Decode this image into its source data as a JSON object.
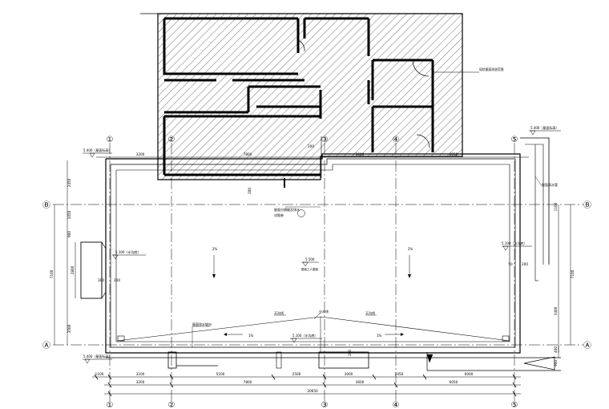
{
  "grid_labels": {
    "axis_1": "①",
    "axis_2": "②",
    "axis_3": "③",
    "axis_4": "④",
    "axis_5": "⑤",
    "axis_a": "Ⓐ",
    "axis_b": "Ⓑ"
  },
  "dimensions": {
    "top_3200": "3200",
    "top_7800": "7800",
    "top_3600": "3600",
    "top_6050": "6050",
    "bot_1100": "1100",
    "bot_3100": "3100",
    "bot_5100": "5100",
    "bot_2500": "2500",
    "bot_3000": "3000",
    "bot_2450": "2450",
    "bot_6000": "6000",
    "bot_3200": "3200",
    "bot_7800": "7800",
    "bot_3600": "3600",
    "bot_6050": "6050",
    "bot_total": "20650",
    "left_2450": "2450",
    "left_1050": "1050",
    "left_900": "900",
    "left_2800": "2800",
    "left_7100": "7100",
    "left_3500": "3500",
    "left_300": "300",
    "left_200": "200",
    "right_1100": "1100",
    "right_7100": "7100",
    "right_3400": "3400",
    "right_400": "400",
    "right_900": "900",
    "mid_200a": "200",
    "mid_200b": "200",
    "mid_200c": "200",
    "right_50": "50",
    "right_200": "200"
  },
  "elevations": {
    "top_left": "5.400（屋面标高）",
    "top_right": "5.400（屋面标高）",
    "mid_left": "5.100（水沟底）",
    "mid_right": "5.100（水沟底）",
    "center_main": "5.500",
    "bottom_center": "5.100（水沟底）",
    "bottom_left": "5.400（屋面标高）"
  },
  "annotations": {
    "hatch_note": "现状屋面改造范围",
    "center_sub": "屋面工人屋面",
    "center_note": "屋面分隔缝及排水",
    "detail_ref": "详图参",
    "slope_left": "2%",
    "slope_right": "2%",
    "slope_b_left": "1%",
    "slope_b_right": "1%",
    "ridge_left": "天沟线",
    "ridge_mid": "分水线",
    "ridge_right": "天沟线",
    "gutter_note": "屋面排水坡向",
    "right_note": "屋面雨水管"
  }
}
